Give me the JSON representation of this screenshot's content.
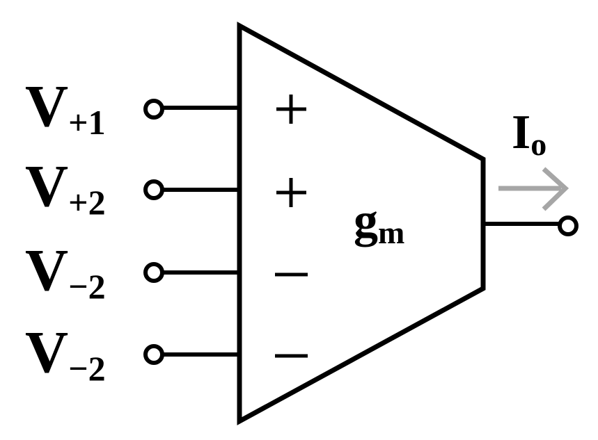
{
  "diagram": {
    "block_label": "g",
    "block_label_sub": "m",
    "inputs": [
      {
        "name": "V",
        "sub": "+1",
        "sign": "+"
      },
      {
        "name": "V",
        "sub": "+2",
        "sign": "+"
      },
      {
        "name": "V",
        "sub": "−2",
        "sign": "−"
      },
      {
        "name": "V",
        "sub": "−2",
        "sign": "−"
      }
    ],
    "output": {
      "name": "I",
      "sub": "o"
    },
    "colors": {
      "stroke": "#000000",
      "arrow": "#a6a6a6",
      "background": "#ffffff"
    }
  }
}
